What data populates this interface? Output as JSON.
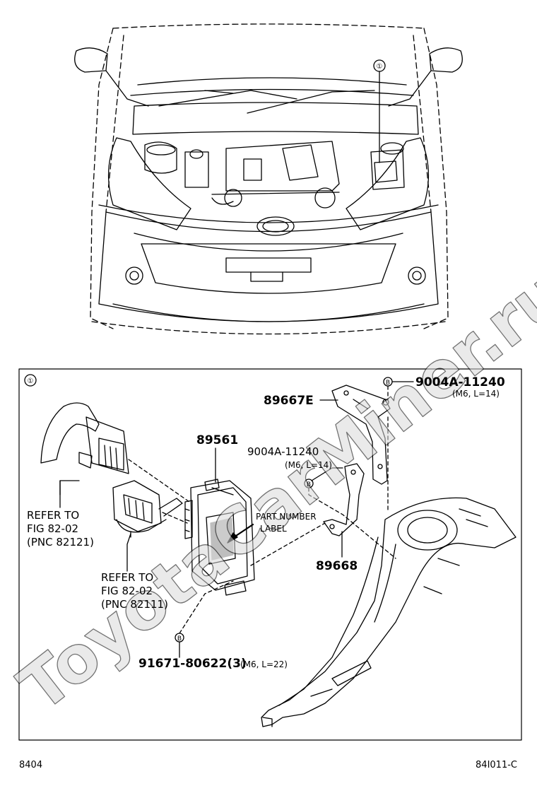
{
  "watermark": "ToyotaCarMiner.ru",
  "top_callout": "①",
  "detail_marker": "①",
  "parts": {
    "p9004a_top": {
      "code": "9004A-11240",
      "spec": "(M6, L=14)",
      "marker": "B"
    },
    "p89667e": {
      "code": "89667E"
    },
    "p89561": {
      "code": "89561"
    },
    "p9004a_mid": {
      "code": "9004A-11240",
      "spec": "(M6, L=14)",
      "marker": "B"
    },
    "part_number_label": {
      "line1": "PART NUMBER",
      "line2": "LABEL"
    },
    "p89668": {
      "code": "89668"
    },
    "refer1": {
      "line1": "REFER TO",
      "line2": "FIG 82-02",
      "line3": "(PNC 82121)"
    },
    "refer2": {
      "line1": "REFER TO",
      "line2": "FIG 82-02",
      "line3": "(PNC 82111)"
    },
    "p91671": {
      "code": "91671-80622(3)",
      "spec": "(M6, L=22)",
      "marker": "B"
    }
  },
  "footer": {
    "left": "8404",
    "right": "84I011-C"
  }
}
